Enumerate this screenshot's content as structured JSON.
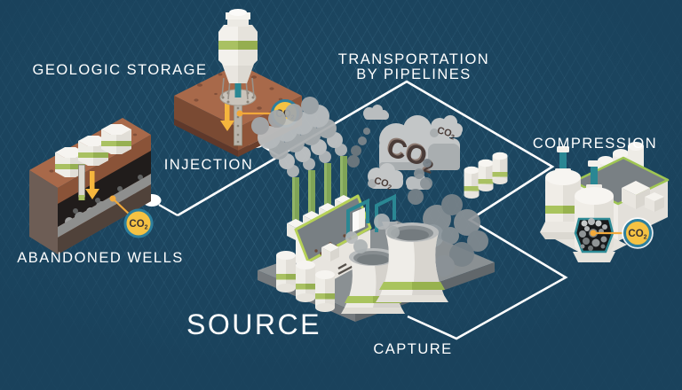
{
  "scene": {
    "labels": {
      "geologic_storage": "GEOLOGIC STORAGE",
      "injection": "INJECTION",
      "abandoned_wells": "ABANDONED WELLS",
      "transportation_line1": "TRANSPORTATION",
      "transportation_line2": "BY PIPELINES",
      "compression": "COMPRESSION",
      "source": "SOURCE",
      "capture": "CAPTURE"
    },
    "co2": {
      "main": "CO",
      "sub": "2"
    },
    "colors": {
      "background": "#1c4660",
      "grid_line": "#2b5a75",
      "label_text": "#ffffff",
      "connector_line": "#ffffff",
      "badge_fill": "#f5c243",
      "badge_ring": "#2d7f9e",
      "badge_text": "#3a3335",
      "accent_orange": "#f2a93b",
      "arrow_yellow": "#f5b63d",
      "accent_green": "#a9c45e",
      "pipe_teal": "#2a8793",
      "soil_brown": "#a8694a",
      "cloud_gray": "#c3c6c7",
      "cloud_text": "#4a3c38"
    }
  }
}
